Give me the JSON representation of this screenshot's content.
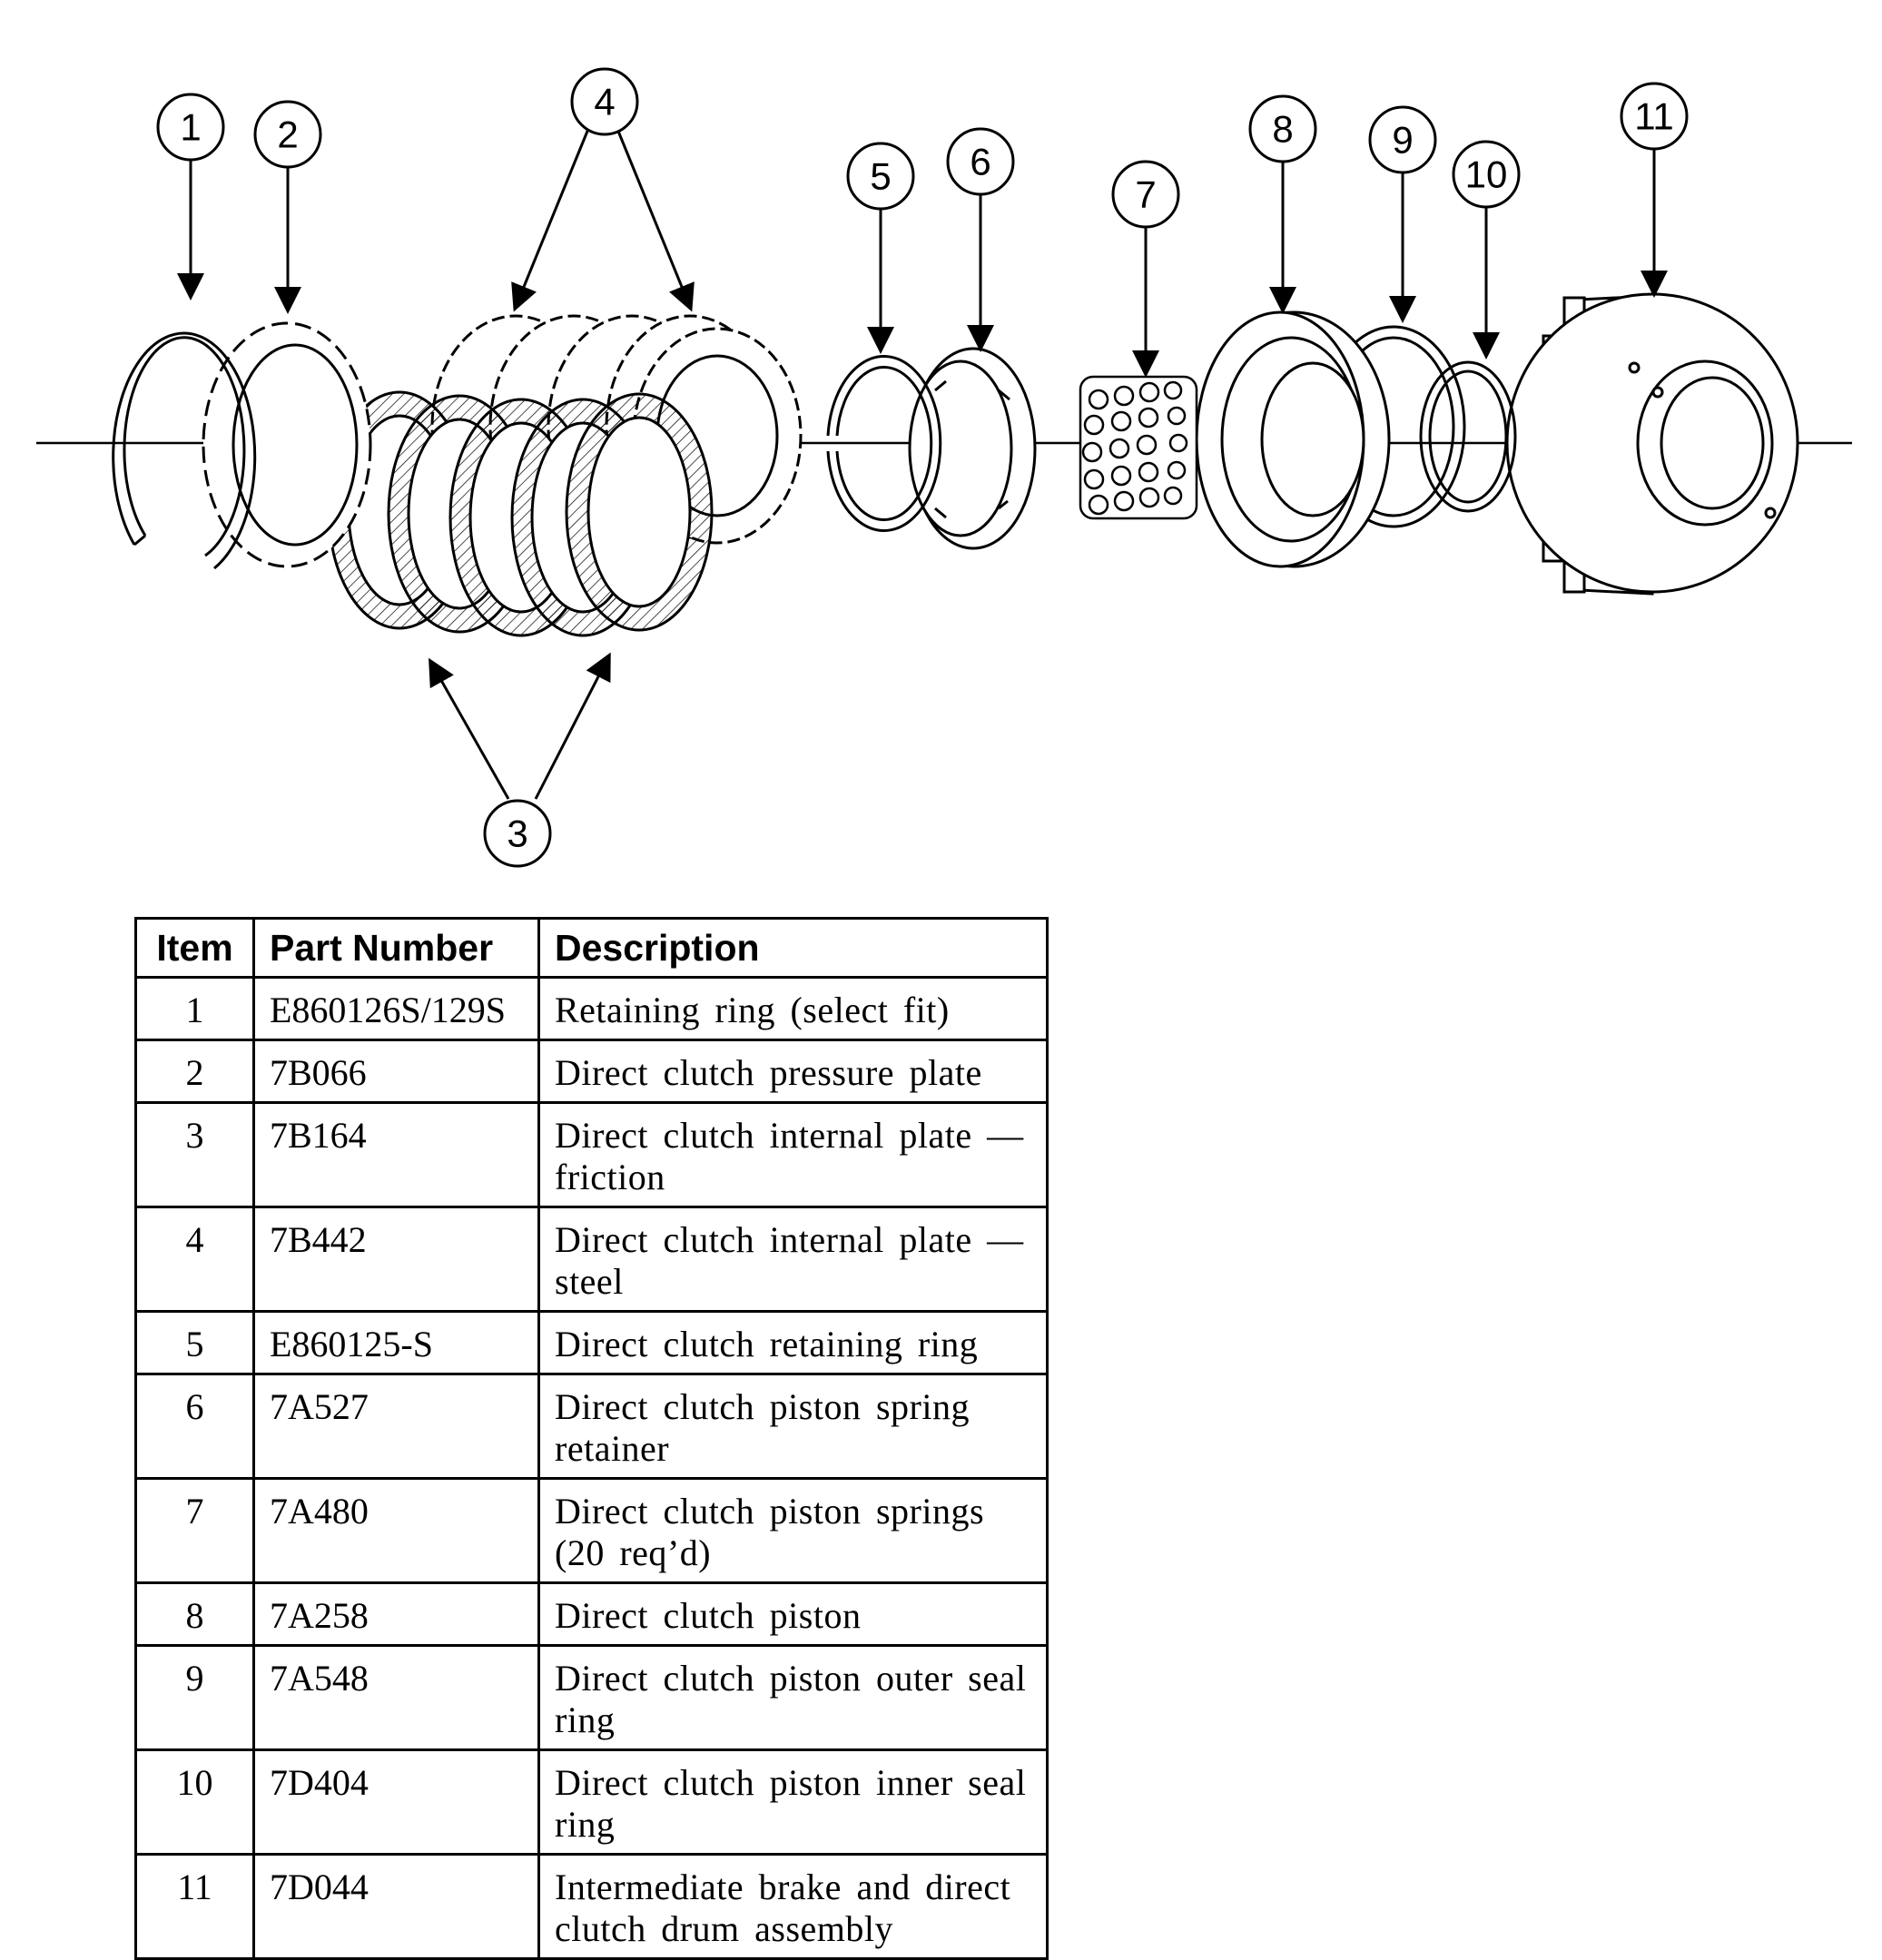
{
  "callouts": [
    "1",
    "2",
    "3",
    "4",
    "5",
    "6",
    "7",
    "8",
    "9",
    "10",
    "11"
  ],
  "table": {
    "headers": {
      "item": "Item",
      "part_number": "Part Number",
      "description": "Description"
    },
    "rows": [
      {
        "item": "1",
        "part_number": "E860126S/129S",
        "description": "Retaining ring (select fit)"
      },
      {
        "item": "2",
        "part_number": "7B066",
        "description": "Direct clutch pressure plate"
      },
      {
        "item": "3",
        "part_number": "7B164",
        "description": "Direct clutch internal plate — friction"
      },
      {
        "item": "4",
        "part_number": "7B442",
        "description": "Direct clutch internal plate — steel"
      },
      {
        "item": "5",
        "part_number": "E860125-S",
        "description": "Direct clutch retaining ring"
      },
      {
        "item": "6",
        "part_number": "7A527",
        "description": "Direct clutch piston spring retainer"
      },
      {
        "item": "7",
        "part_number": "7A480",
        "description": "Direct clutch piston springs (20 req’d)"
      },
      {
        "item": "8",
        "part_number": "7A258",
        "description": "Direct clutch piston"
      },
      {
        "item": "9",
        "part_number": "7A548",
        "description": "Direct clutch piston outer seal ring"
      },
      {
        "item": "10",
        "part_number": "7D404",
        "description": "Direct clutch piston inner seal ring"
      },
      {
        "item": "11",
        "part_number": "7D044",
        "description": "Intermediate brake and direct clutch drum assembly"
      }
    ]
  }
}
